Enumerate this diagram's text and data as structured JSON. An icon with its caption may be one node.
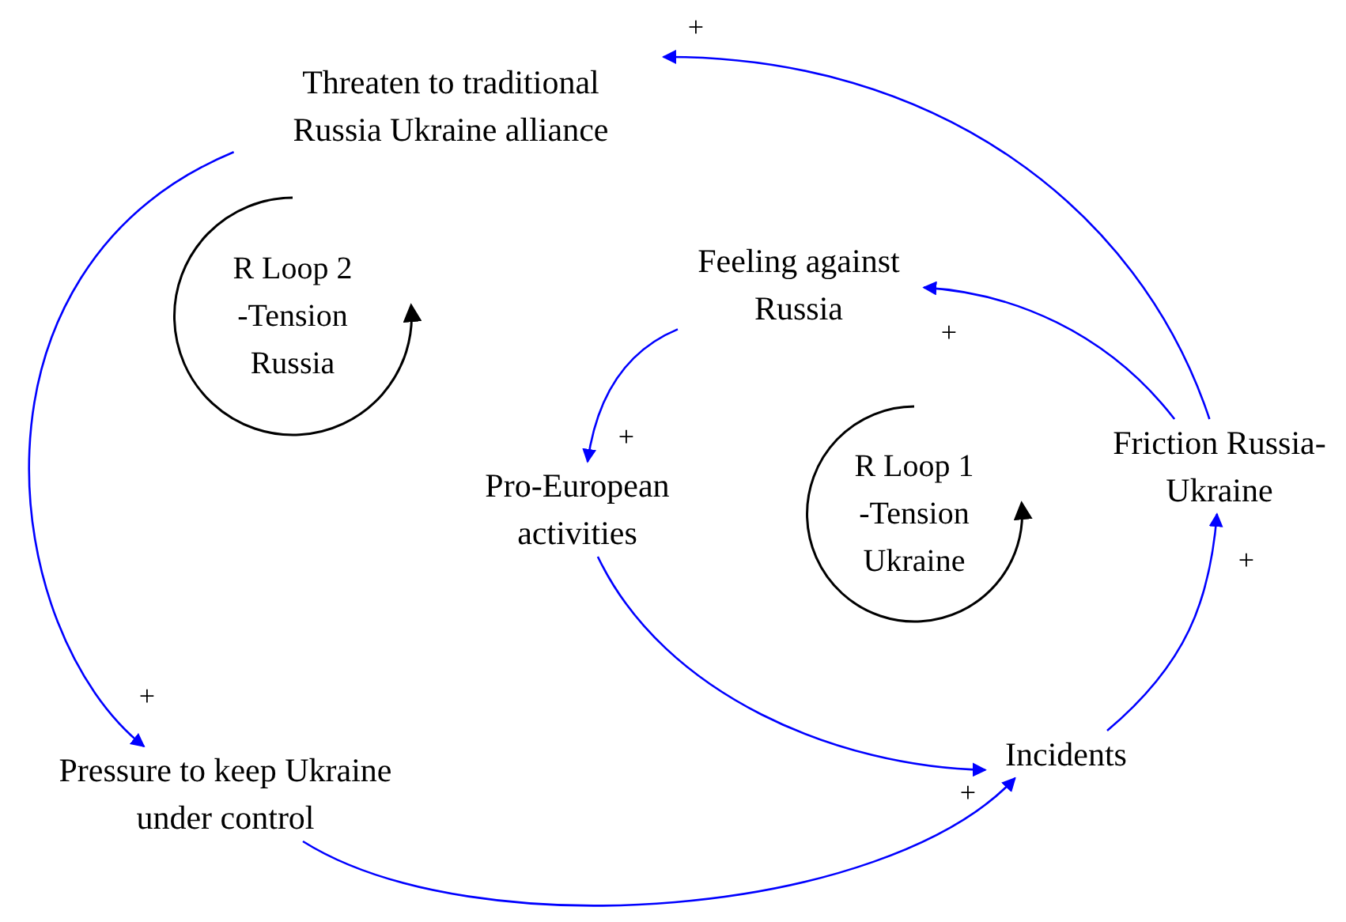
{
  "diagram": {
    "nodes": [
      {
        "text": [
          "Threaten to traditional Russia Ukraine alliance"
        ]
      },
      {
        "text": [
          "Feeling against Russia"
        ]
      },
      {
        "text": [
          "Pro-European activities"
        ]
      },
      {
        "text": [
          "Friction Russia-Ukraine"
        ]
      },
      {
        "text": [
          "Incidents"
        ]
      },
      {
        "text": [
          "Pressure to keep Ukraine under control"
        ]
      }
    ],
    "edges": [
      {
        "from": 3,
        "to": 0,
        "arrow": "to",
        "label": "+"
      },
      {
        "from": 3,
        "to": 1,
        "arrow": "to",
        "label": "+"
      },
      {
        "from": 1,
        "to": 2,
        "arrow": "to",
        "label": "+"
      },
      {
        "from": 2,
        "to": 4,
        "arrow": "to",
        "label": "+"
      },
      {
        "from": 4,
        "to": 3,
        "arrow": "to",
        "label": "+"
      },
      {
        "from": 0,
        "to": 5,
        "arrow": "to",
        "label": "+"
      },
      {
        "from": 5,
        "to": 4,
        "arrow": "to"
      }
    ],
    "labels": [
      "R Loop 2 -Tension Russia",
      "R Loop 1 -Tension Ukraine"
    ]
  }
}
